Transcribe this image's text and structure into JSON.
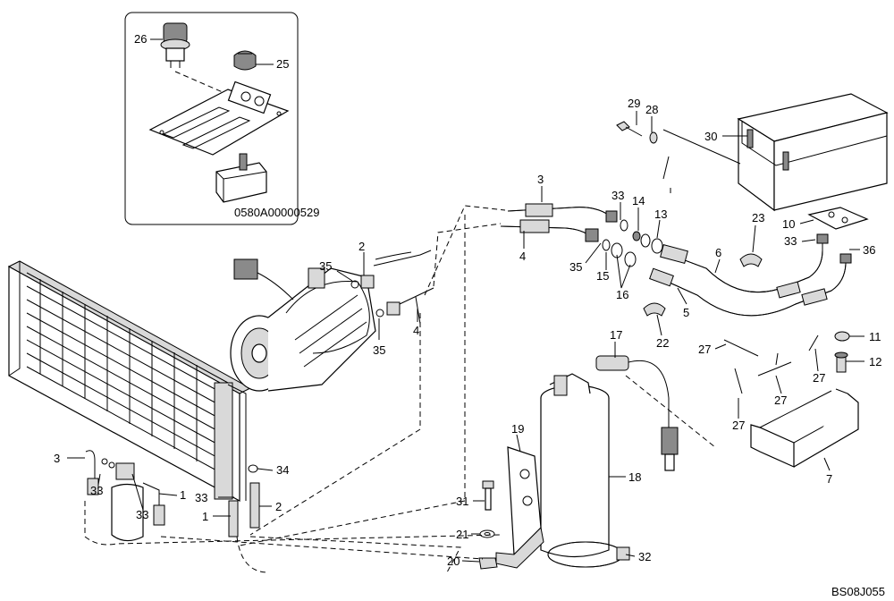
{
  "inset": {
    "code": "0580A00000529"
  },
  "drawing_code": "BS08J055",
  "callouts": {
    "c26": "26",
    "c25": "25",
    "c29": "29",
    "c28": "28",
    "c30": "30",
    "c3a": "3",
    "c33a": "33",
    "c14": "14",
    "c13": "13",
    "c4a": "4",
    "c35a": "35",
    "c15": "15",
    "c16": "16",
    "c23": "23",
    "c10": "10",
    "c33b": "33",
    "c36": "36",
    "c2a": "2",
    "c35b": "35",
    "c4b": "4",
    "c35c": "35",
    "c6": "6",
    "c5": "5",
    "c22": "22",
    "c17": "17",
    "c11": "11",
    "c12": "12",
    "c27a": "27",
    "c27b": "27",
    "c27c": "27",
    "c27d": "27",
    "c7": "7",
    "c18": "18",
    "c19": "19",
    "c3b": "3",
    "c33c": "33",
    "c1a": "1",
    "c33d": "33",
    "c33e": "33",
    "c34": "34",
    "c1b": "1",
    "c2b": "2",
    "c31": "31",
    "c21": "21",
    "c20": "20",
    "c32": "32"
  }
}
